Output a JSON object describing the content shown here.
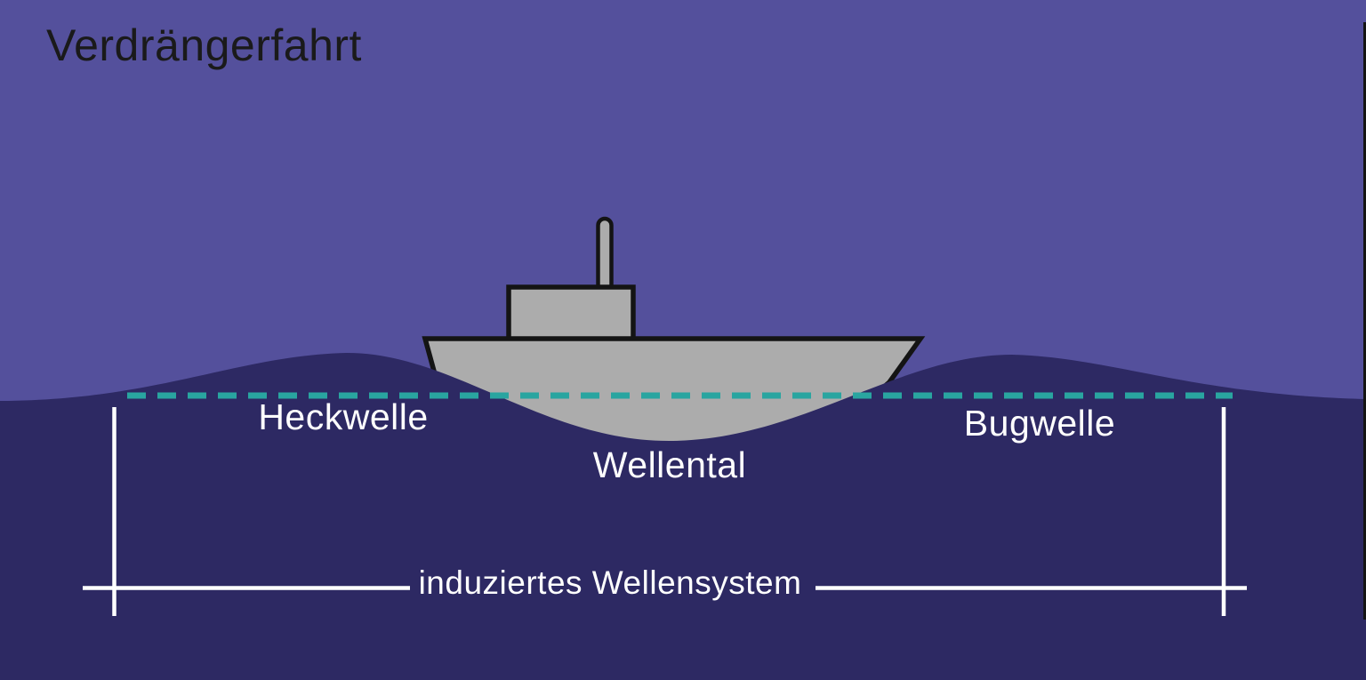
{
  "title": "Verdrängerfahrt",
  "labels": {
    "stern_wave": "Heckwelle",
    "wave_trough": "Wellental",
    "bow_wave": "Bugwelle",
    "wave_system": "induziertes Wellensystem"
  },
  "colors": {
    "sky": "#54509C",
    "water": "#2D2963",
    "waterline_dash": "#29A5A0",
    "boat_gray": "#ACACAC",
    "outline_black": "#141414",
    "label_white": "#FFFFFF",
    "title_black": "#1A1A1A"
  }
}
